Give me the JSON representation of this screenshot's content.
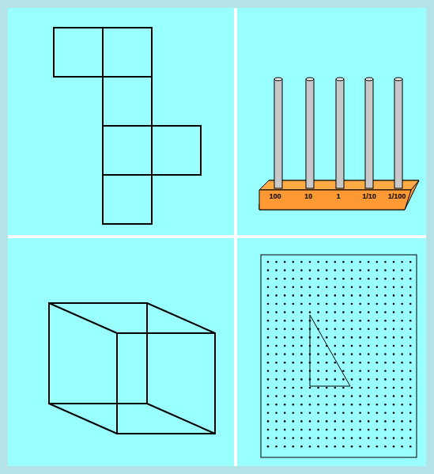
{
  "diagram": {
    "labels": [
      "100",
      "10",
      "1",
      "1/10",
      "1/100"
    ]
  }
}
